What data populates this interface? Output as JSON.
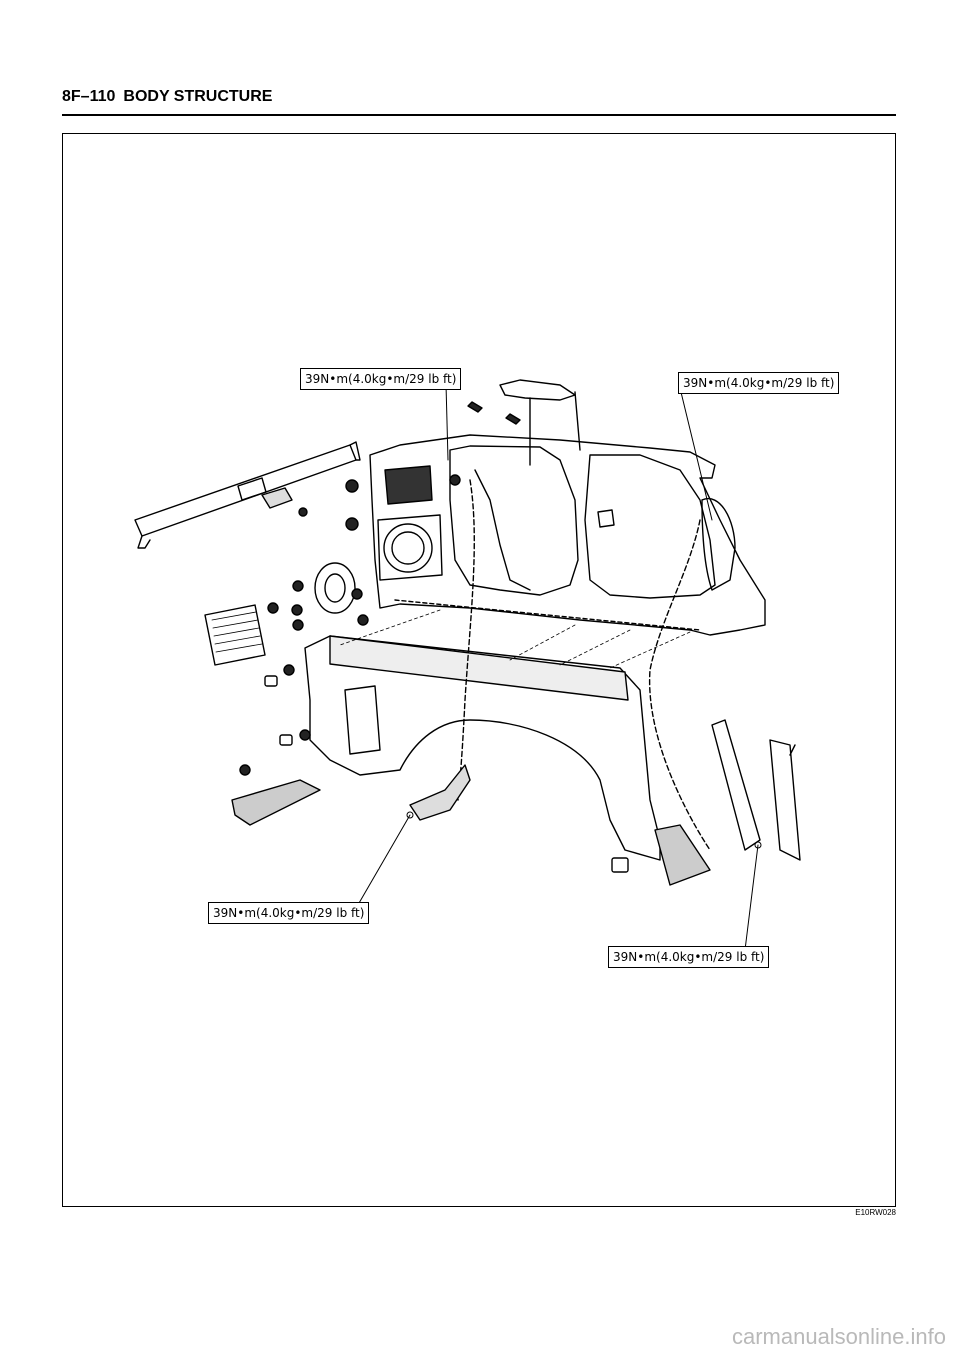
{
  "header": {
    "page_number": "8F–110",
    "section_title": "BODY STRUCTURE"
  },
  "figure": {
    "callouts": [
      "39N•m(4.0kg•m/29 lb ft)",
      "39N•m(4.0kg•m/29 lb ft)",
      "39N•m(4.0kg•m/29 lb ft)",
      "39N•m(4.0kg•m/29 lb ft)"
    ],
    "code": "E10RW028"
  },
  "watermark": "carmanualsonline.info"
}
